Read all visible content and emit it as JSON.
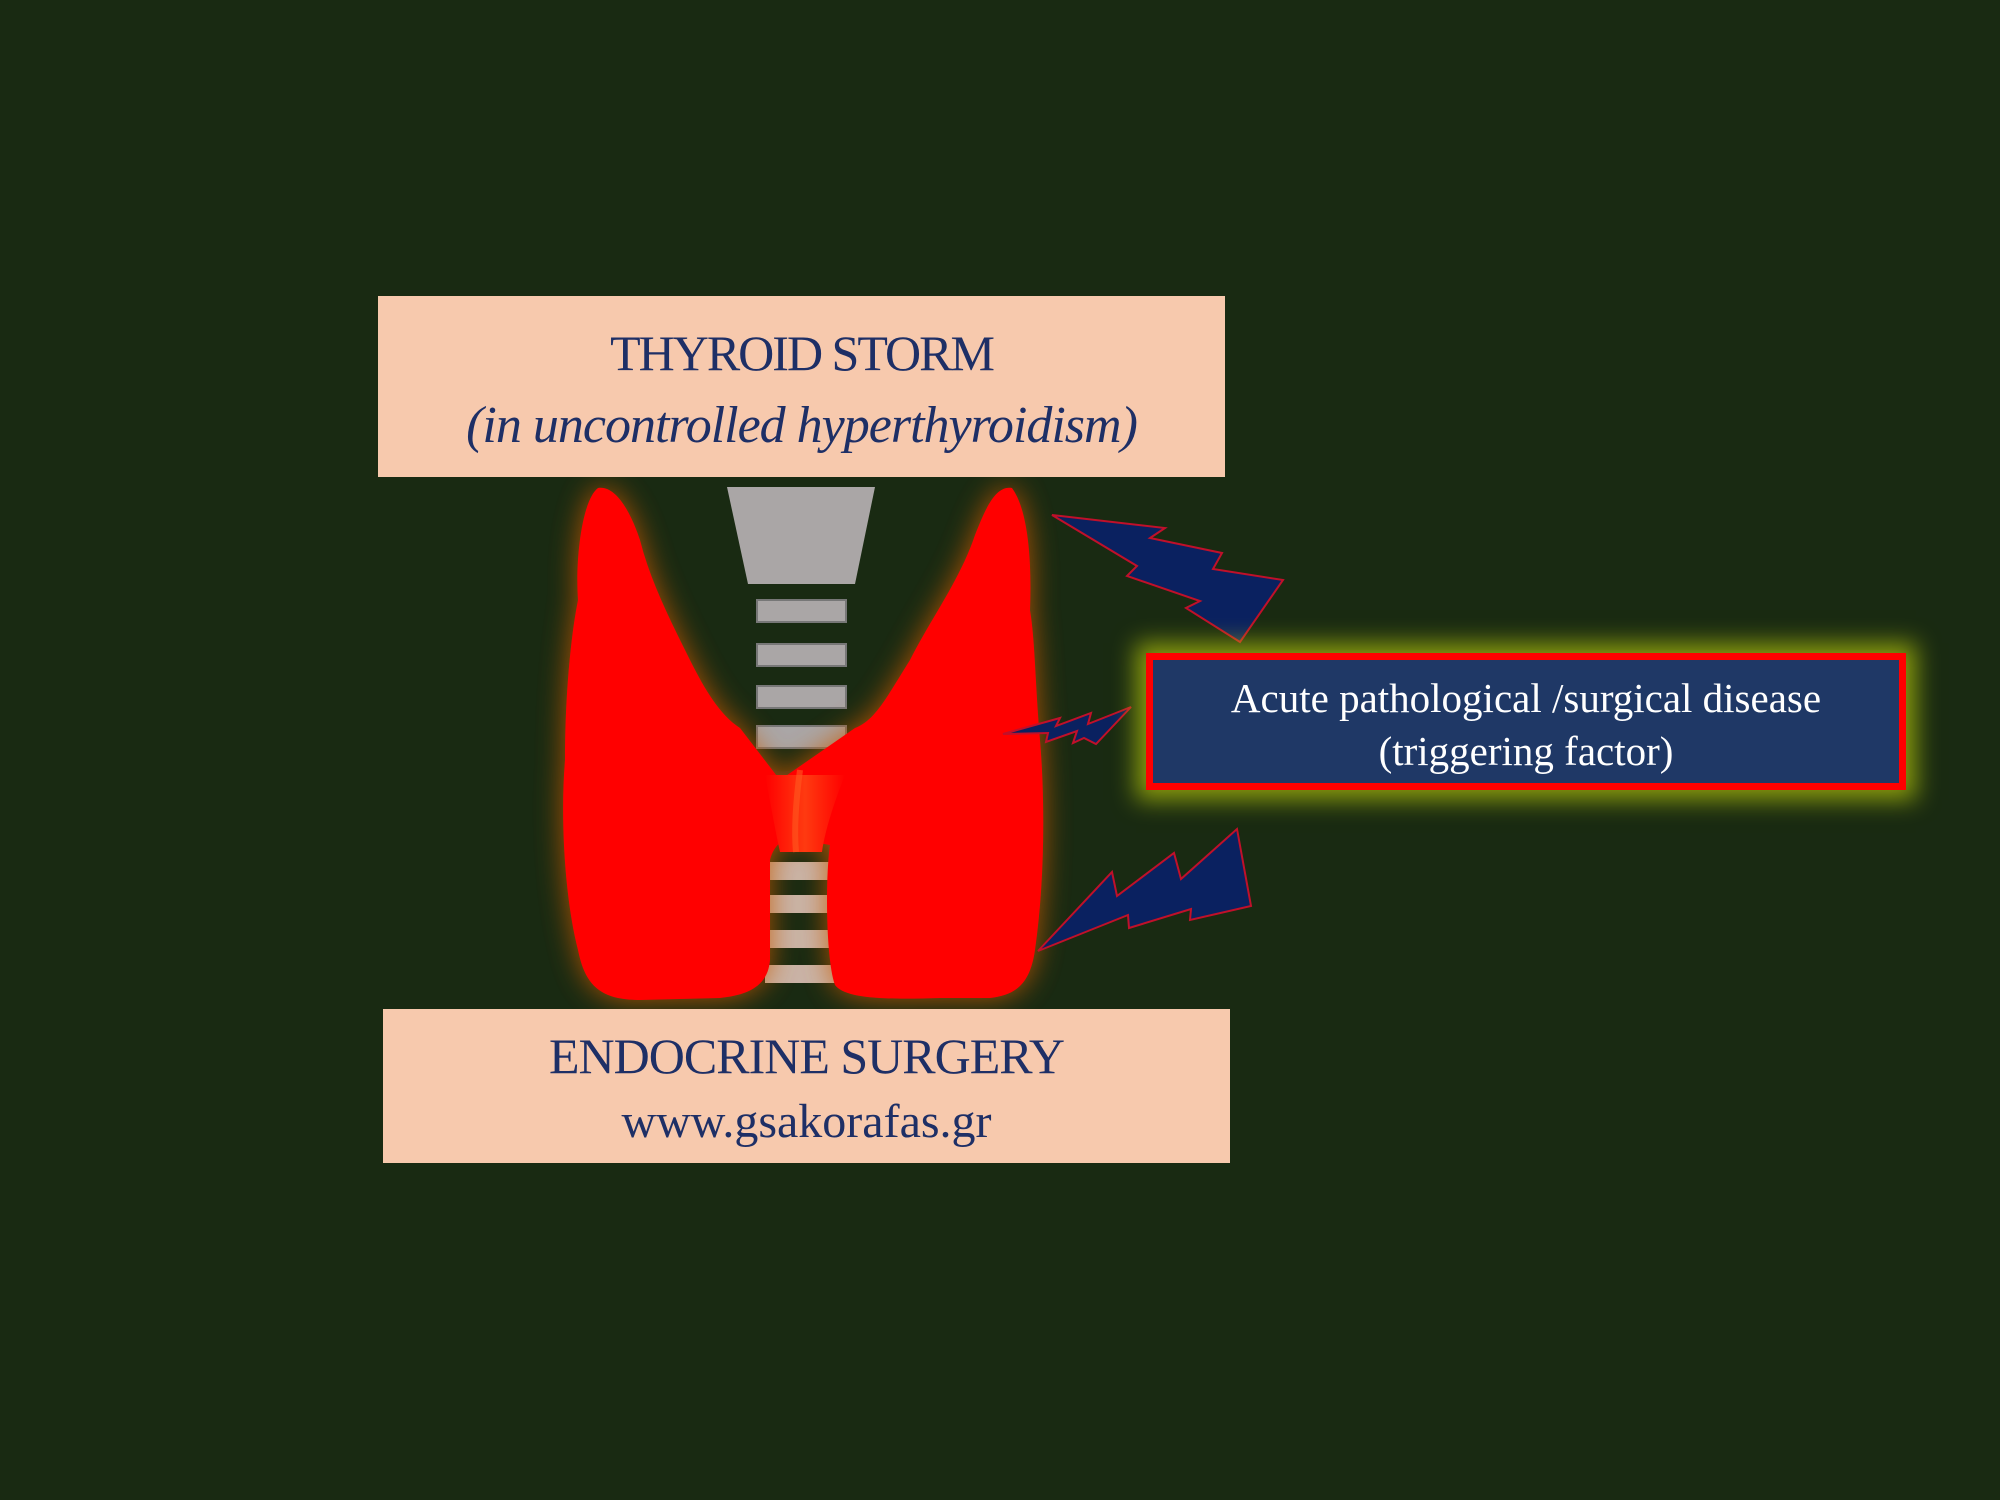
{
  "title_box": {
    "title": "THYROID STORM",
    "subtitle": "(in uncontrolled hyperthyroidism)"
  },
  "trigger_box": {
    "line1": "Acute pathological /surgical disease",
    "line2": "(triggering factor)"
  },
  "footer_box": {
    "line1": "ENDOCRINE SURGERY",
    "line2": "www.gsakorafas.gr"
  },
  "colors": {
    "background": "#192a12",
    "banner_fill": "#f7c9ad",
    "banner_text": "#1e2f66",
    "thyroid": "#ff0000",
    "thyroid_glow": "#c85a10",
    "trachea": "#aaa6a6",
    "lightning": "#0a2160",
    "trigger_fill": "#1f3866",
    "trigger_border": "#ff0000",
    "trigger_glow": "#c4d70a"
  },
  "icons": {
    "thyroid": "thyroid-gland-icon",
    "trachea": "trachea-icon",
    "lightning": "lightning-bolt-icon"
  }
}
